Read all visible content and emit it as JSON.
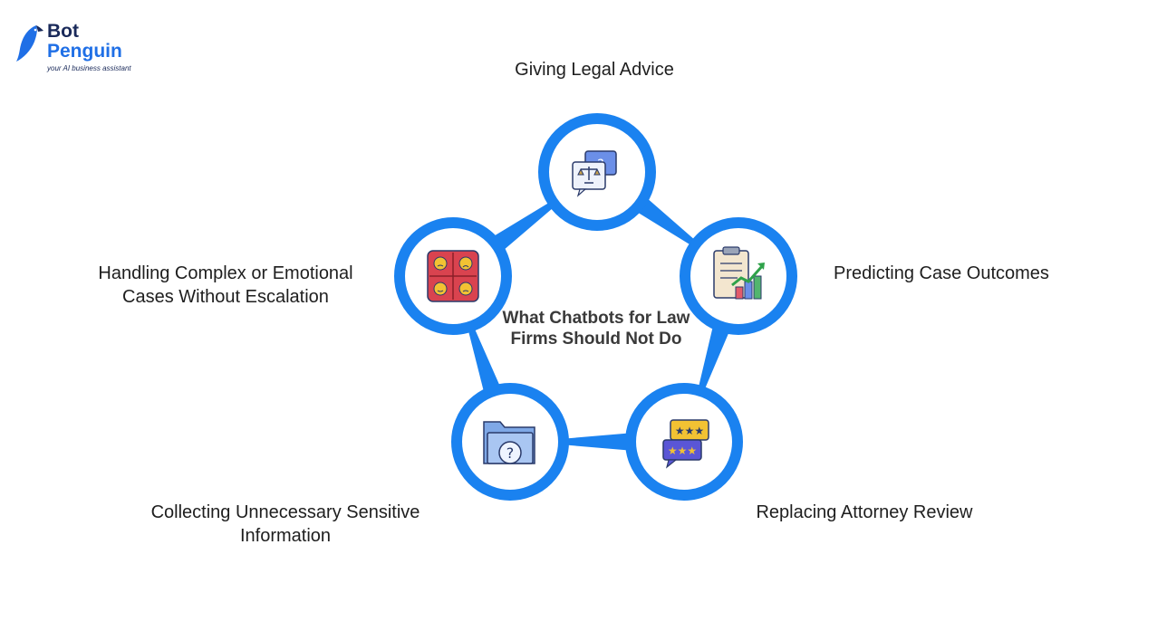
{
  "brand": {
    "name_line1": "Bot",
    "name_line2": "Penguin",
    "tagline": "your AI business assistant",
    "color_dark": "#1a2a5a",
    "color_accent": "#1f6fe6"
  },
  "diagram": {
    "center_title": "What Chatbots for Law Firms Should Not Do",
    "ring_color": "#1a82f0",
    "nodes": [
      {
        "label": "Giving Legal Advice",
        "icon": "legal-chat-icon"
      },
      {
        "label": "Predicting Case Outcomes",
        "icon": "chart-clipboard-icon"
      },
      {
        "label": "Replacing Attorney Review",
        "icon": "star-review-icon"
      },
      {
        "label": "Collecting Unnecessary Sensitive Information",
        "icon": "folder-question-icon"
      },
      {
        "label": "Handling Complex or Emotional Cases Without Escalation",
        "icon": "emotion-puzzle-icon"
      }
    ]
  }
}
